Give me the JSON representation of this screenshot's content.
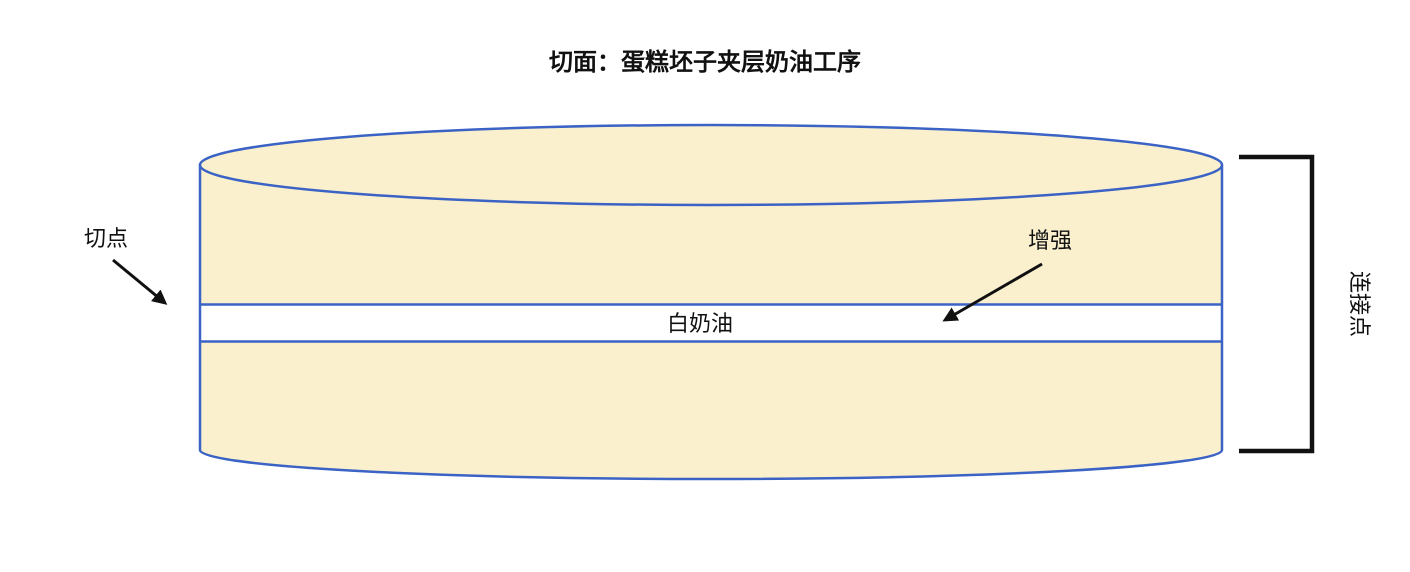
{
  "diagram": {
    "title": "切面：蛋糕坯子夹层奶油工序",
    "labels": {
      "cut_point": "切点",
      "cream_layer": "白奶油",
      "reinforce": "增强",
      "connection_point": "连接点"
    },
    "colors": {
      "cake_fill": "#FAF0CE",
      "outline_blue": "#3B63C5",
      "cream_white": "#FFFFFF",
      "annotation_black": "#111111",
      "background": "#FFFFFF"
    }
  }
}
